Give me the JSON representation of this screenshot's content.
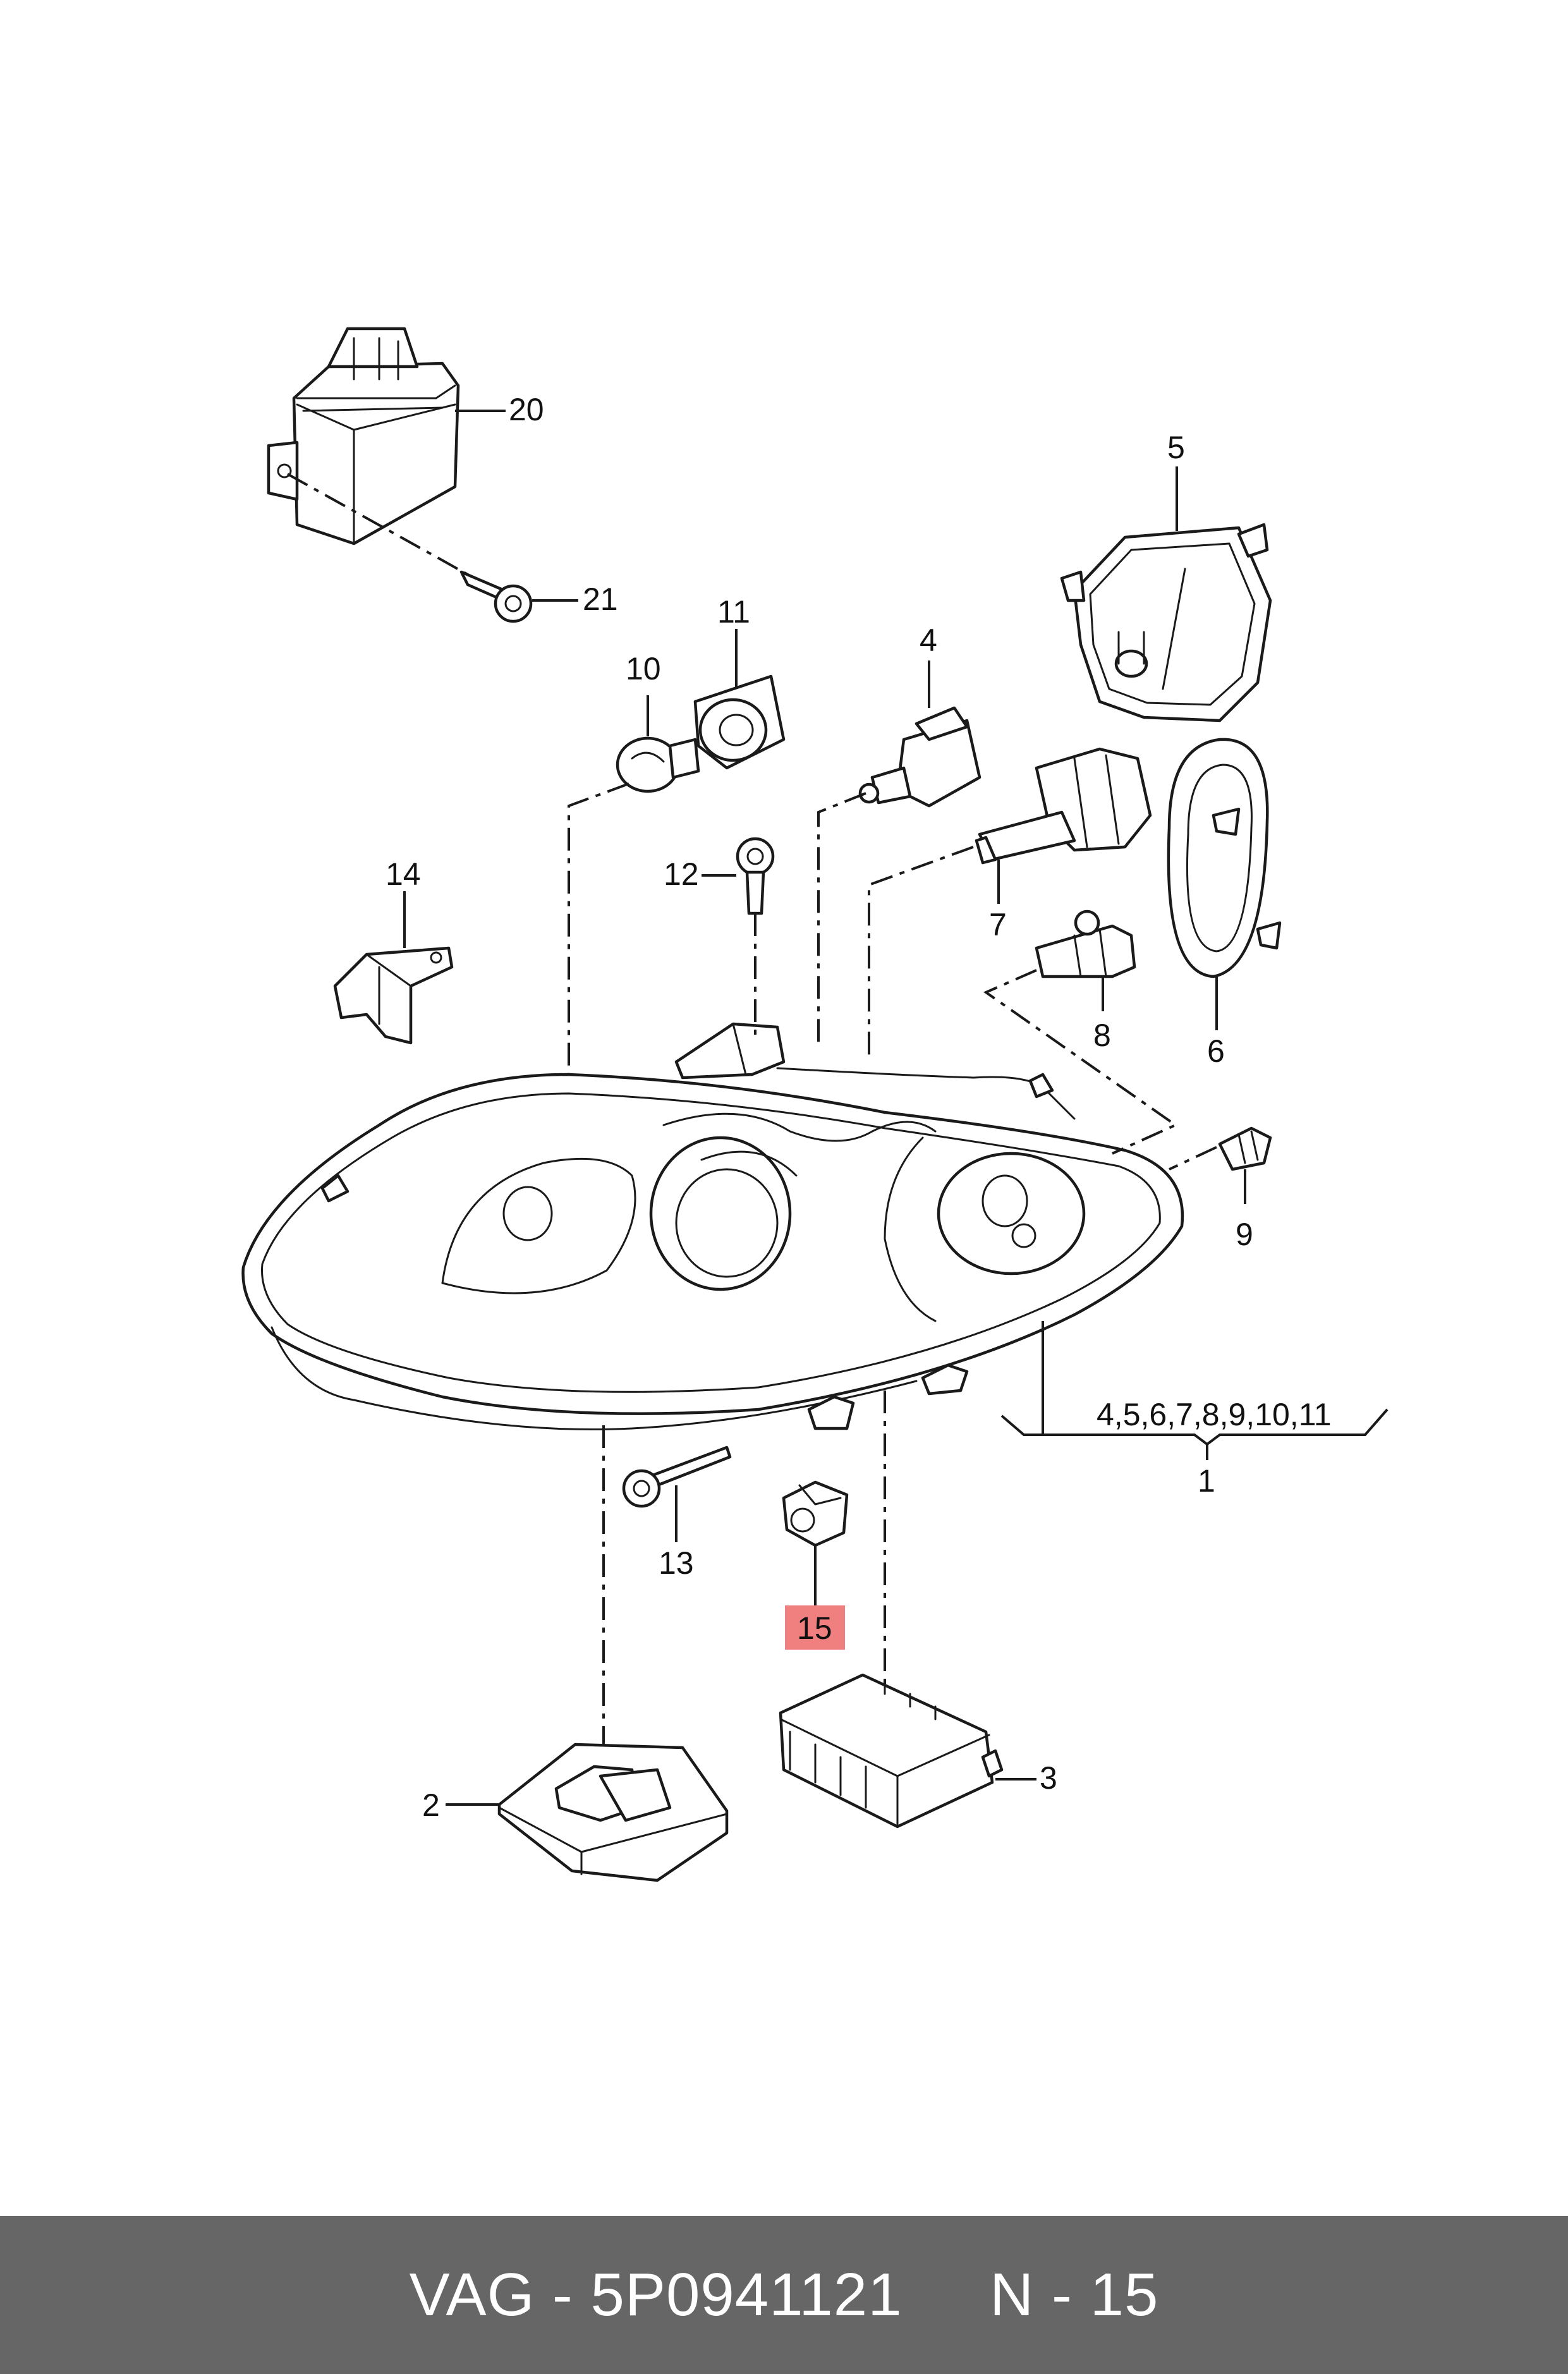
{
  "diagram": {
    "callouts": {
      "c1": "1",
      "c2": "2",
      "c3": "3",
      "c4": "4",
      "c5": "5",
      "c6": "6",
      "c7": "7",
      "c8": "8",
      "c9": "9",
      "c10": "10",
      "c11": "11",
      "c12": "12",
      "c13": "13",
      "c14": "14",
      "c15": "15",
      "c20": "20",
      "c21": "21",
      "group": "4,5,6,7,8,9,10,11"
    },
    "highlight_color": "#f08080"
  },
  "footer": {
    "text": "VAG - 5P0941121     N - 15",
    "background": "#666666"
  }
}
